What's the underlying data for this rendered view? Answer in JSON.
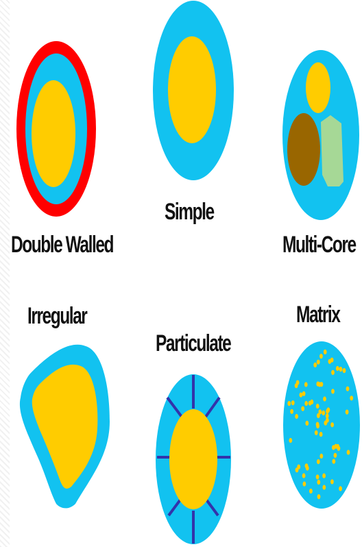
{
  "labels": {
    "double_walled": "Double Walled",
    "simple": "Simple",
    "multi_core": "Multi-Core",
    "irregular": "Irregular",
    "particulate": "Particulate",
    "matrix": "Matrix"
  },
  "colors": {
    "shell": "#12c2f0",
    "core": "#ffcc00",
    "outer_wall": "#ff0000",
    "brown_core": "#996600",
    "green_core": "#a6d896",
    "particulate_lines": "#3333aa",
    "label_text": "#111111"
  }
}
